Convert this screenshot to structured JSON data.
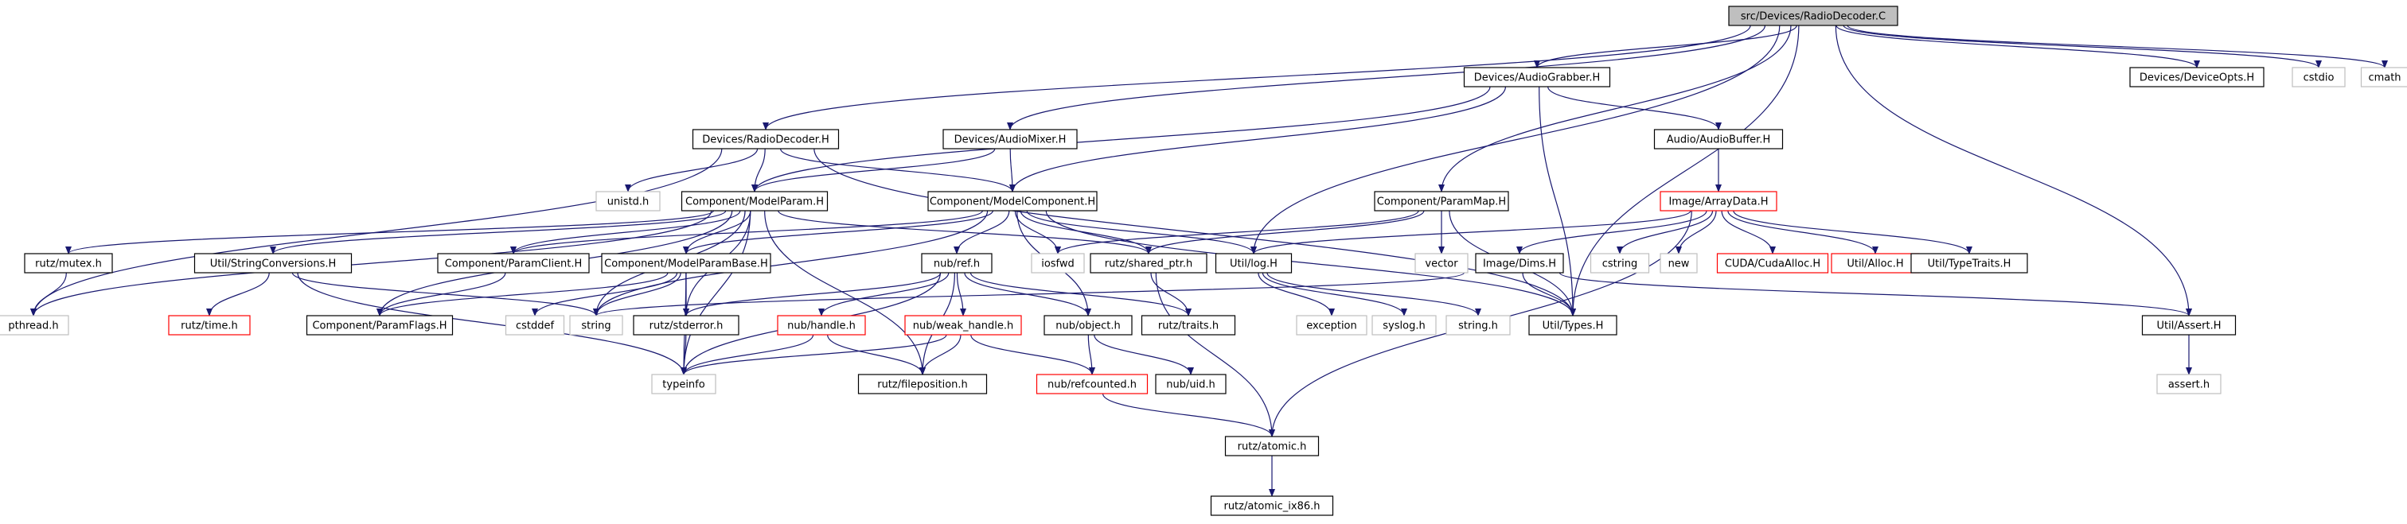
{
  "styles": {
    "root": {
      "fill": "#bfbfbf",
      "stroke": "#000000",
      "text": "#000000"
    },
    "normal": {
      "fill": "#ffffff",
      "stroke": "#000000",
      "text": "#000000"
    },
    "red": {
      "fill": "#ffffff",
      "stroke": "#ff0000",
      "text": "#000000"
    },
    "sys": {
      "fill": "#ffffff",
      "stroke": "#bfbfbf",
      "text": "#000000"
    }
  },
  "edge_color": "#191970",
  "nodes": [
    {
      "id": "root",
      "label": "src/Devices/RadioDecoder.C",
      "style": "root"
    },
    {
      "id": "audiograbber",
      "label": "Devices/AudioGrabber.H",
      "style": "normal"
    },
    {
      "id": "deviceopts",
      "label": "Devices/DeviceOpts.H",
      "style": "normal"
    },
    {
      "id": "cstdio",
      "label": "cstdio",
      "style": "sys"
    },
    {
      "id": "cmath",
      "label": "cmath",
      "style": "sys"
    },
    {
      "id": "radiodecoder",
      "label": "Devices/RadioDecoder.H",
      "style": "normal"
    },
    {
      "id": "audiomixer",
      "label": "Devices/AudioMixer.H",
      "style": "normal"
    },
    {
      "id": "audiobuffer",
      "label": "Audio/AudioBuffer.H",
      "style": "normal"
    },
    {
      "id": "unistd",
      "label": "unistd.h",
      "style": "sys"
    },
    {
      "id": "modelparam",
      "label": "Component/ModelParam.H",
      "style": "normal"
    },
    {
      "id": "modelcomponent",
      "label": "Component/ModelComponent.H",
      "style": "normal"
    },
    {
      "id": "parammap",
      "label": "Component/ParamMap.H",
      "style": "normal"
    },
    {
      "id": "arraydata",
      "label": "Image/ArrayData.H",
      "style": "red"
    },
    {
      "id": "mutex",
      "label": "rutz/mutex.h",
      "style": "normal"
    },
    {
      "id": "stringconv",
      "label": "Util/StringConversions.H",
      "style": "normal"
    },
    {
      "id": "paramclient",
      "label": "Component/ParamClient.H",
      "style": "normal"
    },
    {
      "id": "modelparambase",
      "label": "Component/ModelParamBase.H",
      "style": "normal"
    },
    {
      "id": "nubref",
      "label": "nub/ref.h",
      "style": "normal"
    },
    {
      "id": "iosfwd",
      "label": "iosfwd",
      "style": "sys"
    },
    {
      "id": "sharedptr",
      "label": "rutz/shared_ptr.h",
      "style": "normal"
    },
    {
      "id": "utillog",
      "label": "Util/log.H",
      "style": "normal"
    },
    {
      "id": "vector",
      "label": "vector",
      "style": "sys"
    },
    {
      "id": "dims",
      "label": "Image/Dims.H",
      "style": "normal"
    },
    {
      "id": "cstring",
      "label": "cstring",
      "style": "sys"
    },
    {
      "id": "new",
      "label": "new",
      "style": "sys"
    },
    {
      "id": "cudaalloc",
      "label": "CUDA/CudaAlloc.H",
      "style": "red"
    },
    {
      "id": "alloc",
      "label": "Util/Alloc.H",
      "style": "red"
    },
    {
      "id": "typetraits",
      "label": "Util/TypeTraits.H",
      "style": "normal"
    },
    {
      "id": "pthread",
      "label": "pthread.h",
      "style": "sys"
    },
    {
      "id": "rutztime",
      "label": "rutz/time.h",
      "style": "red"
    },
    {
      "id": "paramflags",
      "label": "Component/ParamFlags.H",
      "style": "normal"
    },
    {
      "id": "cstddef",
      "label": "cstddef",
      "style": "sys"
    },
    {
      "id": "string",
      "label": "string",
      "style": "sys"
    },
    {
      "id": "stderror",
      "label": "rutz/stderror.h",
      "style": "normal"
    },
    {
      "id": "nubhandle",
      "label": "nub/handle.h",
      "style": "red"
    },
    {
      "id": "weakhandle",
      "label": "nub/weak_handle.h",
      "style": "red"
    },
    {
      "id": "nubobject",
      "label": "nub/object.h",
      "style": "normal"
    },
    {
      "id": "traits",
      "label": "rutz/traits.h",
      "style": "normal"
    },
    {
      "id": "exception",
      "label": "exception",
      "style": "sys"
    },
    {
      "id": "syslog",
      "label": "syslog.h",
      "style": "sys"
    },
    {
      "id": "stringh",
      "label": "string.h",
      "style": "sys"
    },
    {
      "id": "types",
      "label": "Util/Types.H",
      "style": "normal"
    },
    {
      "id": "assert",
      "label": "Util/Assert.H",
      "style": "normal"
    },
    {
      "id": "typeinfo",
      "label": "typeinfo",
      "style": "sys"
    },
    {
      "id": "fileposition",
      "label": "rutz/fileposition.h",
      "style": "normal"
    },
    {
      "id": "refcounted",
      "label": "nub/refcounted.h",
      "style": "red"
    },
    {
      "id": "nubuid",
      "label": "nub/uid.h",
      "style": "normal"
    },
    {
      "id": "asserth",
      "label": "assert.h",
      "style": "sys"
    },
    {
      "id": "atomic",
      "label": "rutz/atomic.h",
      "style": "normal"
    },
    {
      "id": "atomicix86",
      "label": "rutz/atomic_ix86.h",
      "style": "normal"
    }
  ],
  "edges": [
    [
      "root",
      "audiograbber"
    ],
    [
      "root",
      "deviceopts"
    ],
    [
      "root",
      "cstdio"
    ],
    [
      "root",
      "cmath"
    ],
    [
      "root",
      "radiodecoder"
    ],
    [
      "root",
      "audiomixer"
    ],
    [
      "root",
      "parammap"
    ],
    [
      "root",
      "utillog"
    ],
    [
      "root",
      "types"
    ],
    [
      "root",
      "assert"
    ],
    [
      "audiograbber",
      "audiobuffer"
    ],
    [
      "audiograbber",
      "modelparam"
    ],
    [
      "audiograbber",
      "modelcomponent"
    ],
    [
      "audiograbber",
      "types"
    ],
    [
      "audiobuffer",
      "arraydata"
    ],
    [
      "radiodecoder",
      "unistd"
    ],
    [
      "radiodecoder",
      "modelparam"
    ],
    [
      "radiodecoder",
      "modelcomponent"
    ],
    [
      "radiodecoder",
      "pthread"
    ],
    [
      "radiodecoder",
      "types"
    ],
    [
      "audiomixer",
      "modelparam"
    ],
    [
      "audiomixer",
      "modelcomponent"
    ],
    [
      "modelparam",
      "mutex"
    ],
    [
      "modelparam",
      "stringconv"
    ],
    [
      "modelparam",
      "paramclient"
    ],
    [
      "modelparam",
      "modelparambase"
    ],
    [
      "modelparam",
      "sharedptr"
    ],
    [
      "modelparam",
      "pthread"
    ],
    [
      "modelparam",
      "paramflags"
    ],
    [
      "modelparam",
      "string"
    ],
    [
      "modelparam",
      "stderror"
    ],
    [
      "modelparam",
      "typeinfo"
    ],
    [
      "modelparam",
      "fileposition"
    ],
    [
      "modelcomponent",
      "paramclient"
    ],
    [
      "modelcomponent",
      "modelparambase"
    ],
    [
      "modelcomponent",
      "nubref"
    ],
    [
      "modelcomponent",
      "iosfwd"
    ],
    [
      "modelcomponent",
      "sharedptr"
    ],
    [
      "modelcomponent",
      "utillog"
    ],
    [
      "modelcomponent",
      "types"
    ],
    [
      "modelcomponent",
      "nubobject"
    ],
    [
      "modelcomponent",
      "string"
    ],
    [
      "parammap",
      "iosfwd"
    ],
    [
      "parammap",
      "sharedptr"
    ],
    [
      "parammap",
      "vector"
    ],
    [
      "parammap",
      "types"
    ],
    [
      "arraydata",
      "utillog"
    ],
    [
      "arraydata",
      "dims"
    ],
    [
      "arraydata",
      "cstring"
    ],
    [
      "arraydata",
      "new"
    ],
    [
      "arraydata",
      "cudaalloc"
    ],
    [
      "arraydata",
      "alloc"
    ],
    [
      "arraydata",
      "typetraits"
    ],
    [
      "arraydata",
      "atomic"
    ],
    [
      "mutex",
      "pthread"
    ],
    [
      "stringconv",
      "rutztime"
    ],
    [
      "stringconv",
      "string"
    ],
    [
      "stringconv",
      "typeinfo"
    ],
    [
      "paramclient",
      "paramflags"
    ],
    [
      "modelparambase",
      "paramflags"
    ],
    [
      "modelparambase",
      "cstddef"
    ],
    [
      "modelparambase",
      "string"
    ],
    [
      "modelparambase",
      "stderror"
    ],
    [
      "modelparambase",
      "typeinfo"
    ],
    [
      "nubref",
      "nubhandle"
    ],
    [
      "nubref",
      "weakhandle"
    ],
    [
      "nubref",
      "nubobject"
    ],
    [
      "nubref",
      "traits"
    ],
    [
      "nubref",
      "stderror"
    ],
    [
      "nubref",
      "typeinfo"
    ],
    [
      "nubref",
      "fileposition"
    ],
    [
      "sharedptr",
      "traits"
    ],
    [
      "sharedptr",
      "atomic"
    ],
    [
      "utillog",
      "exception"
    ],
    [
      "utillog",
      "syslog"
    ],
    [
      "utillog",
      "stringh"
    ],
    [
      "dims",
      "types"
    ],
    [
      "dims",
      "assert"
    ],
    [
      "dims",
      "string"
    ],
    [
      "stderror",
      "typeinfo"
    ],
    [
      "nubhandle",
      "typeinfo"
    ],
    [
      "nubhandle",
      "fileposition"
    ],
    [
      "weakhandle",
      "typeinfo"
    ],
    [
      "weakhandle",
      "fileposition"
    ],
    [
      "weakhandle",
      "refcounted"
    ],
    [
      "nubobject",
      "refcounted"
    ],
    [
      "nubobject",
      "nubuid"
    ],
    [
      "refcounted",
      "atomic"
    ],
    [
      "atomic",
      "atomicix86"
    ],
    [
      "assert",
      "asserth"
    ]
  ]
}
